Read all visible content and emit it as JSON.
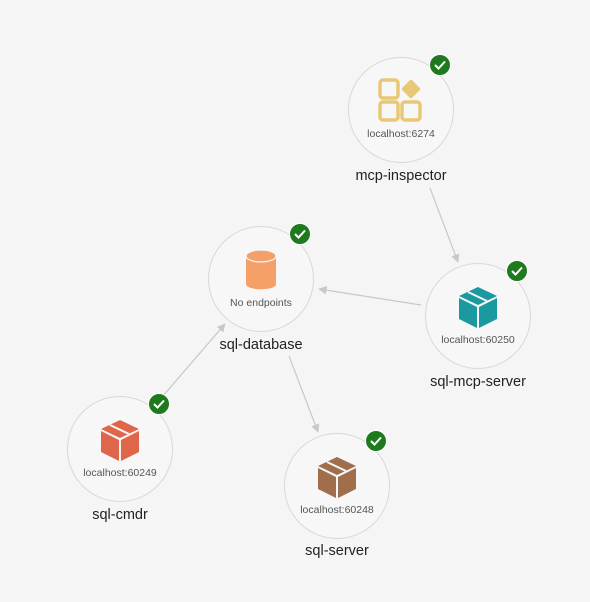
{
  "nodes": {
    "mcp_inspector": {
      "name": "mcp-inspector",
      "endpoint": "localhost:6274",
      "status": "running",
      "icon_color": "#e8c877"
    },
    "sql_database": {
      "name": "sql-database",
      "endpoint": "No endpoints",
      "status": "running",
      "icon_color": "#f4a068"
    },
    "sql_mcp_server": {
      "name": "sql-mcp-server",
      "endpoint": "localhost:60250",
      "status": "running",
      "icon_color": "#1a9aa0"
    },
    "sql_cmdr": {
      "name": "sql-cmdr",
      "endpoint": "localhost:60249",
      "status": "running",
      "icon_color": "#e0664a"
    },
    "sql_server": {
      "name": "sql-server",
      "endpoint": "localhost:60248",
      "status": "running",
      "icon_color": "#a06e4a"
    }
  },
  "colors": {
    "status_ok": "#1f7a1f",
    "edge": "#c8c8c8",
    "node_border": "#d8d8d8"
  }
}
